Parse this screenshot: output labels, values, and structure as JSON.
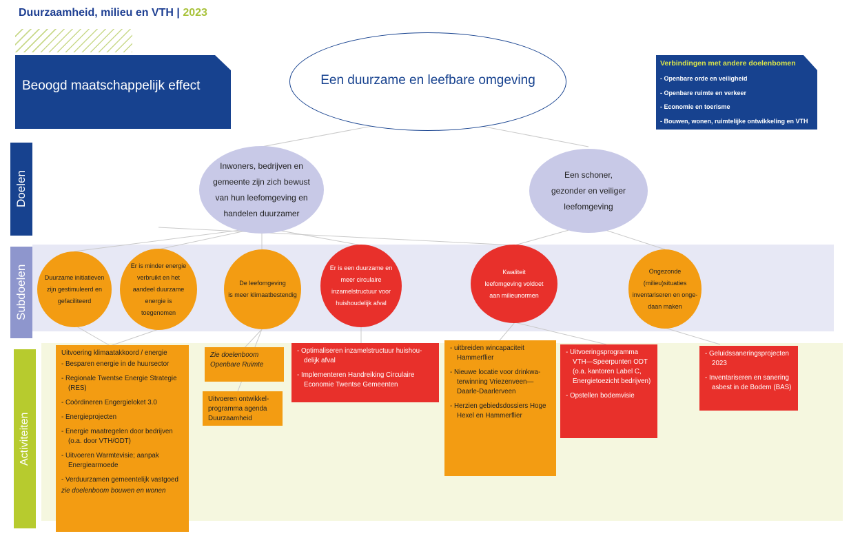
{
  "header": {
    "title": "Duurzaamheid, milieu en VTH",
    "separator": "|",
    "year": "2023"
  },
  "effect_label": "Beoogd maatschappelijk effect",
  "main_effect": "Een duurzame en leefbare omgeving",
  "links": {
    "heading": "Verbindingen met andere doelenbomen",
    "items": [
      "- Openbare orde en veiligheid",
      "- Openbare ruimte en verkeer",
      "- Economie en toerisme",
      "- Bouwen, wonen, ruimtelijke ontwikkeling en VTH"
    ]
  },
  "sidebar": {
    "doelen": "Doelen",
    "subdoelen": "Subdoelen",
    "activiteiten": "Activiteiten"
  },
  "goals": [
    {
      "lines": [
        "Inwoners, bedrijven en",
        "gemeente zijn zich bewust",
        "van hun leefomgeving en",
        "handelen duurzamer"
      ]
    },
    {
      "lines": [
        "Een schoner,",
        "gezonder en veiliger",
        "leefomgeving"
      ]
    }
  ],
  "subgoals": [
    {
      "lines": [
        "Duurzame initiatieven",
        "zijn gestimuleerd en",
        "gefaciliteerd"
      ]
    },
    {
      "lines": [
        "Er is minder energie",
        "verbruikt en het",
        "aandeel duurzame",
        "energie is",
        "toegenomen"
      ]
    },
    {
      "lines": [
        "De leefomgeving",
        "is meer klimaatbestendig"
      ]
    },
    {
      "lines": [
        "Er is een duurzame en",
        "meer circulaire",
        "inzamelstructuur voor",
        "huishoudelijk afval"
      ]
    },
    {
      "lines": [
        "Kwaliteit",
        "leefomgeving voldoet",
        "aan milieunormen"
      ]
    },
    {
      "lines": [
        "Ongezonde",
        "(milieu)situaties",
        "inventariseren en onge-",
        "daan maken"
      ]
    }
  ],
  "activities": {
    "energy": {
      "items": [
        "Uitvoering klimaatakkoord / energie",
        "- Besparen energie in de huursector",
        "- Regionale Twentse Energie Strategie (RES)",
        "- Coördineren Engergieloket 3.0",
        "- Energieprojecten",
        "- Energie maatregelen door bedrijven (o.a. door VTH/ODT)",
        "- Uitvoeren Warmtevisie; aanpak Energiearmoede",
        "- Verduurzamen gemeentelijk vastgoed"
      ],
      "italic_note": "zie doelenboom bouwen en wonen"
    },
    "openbare": {
      "line1": "Zie doelenboom",
      "line2": "Openbare Ruimte"
    },
    "agenda": {
      "lines": [
        "Uitvoeren ontwikkel-",
        "programma agenda",
        "Duurzaamheid"
      ]
    },
    "afval": {
      "items": [
        "- Optimaliseren inzamelstructuur huishou- delijk afval",
        "- Implementeren Handreiking Circulaire Economie Twentse Gemeenten"
      ]
    },
    "wind": {
      "items": [
        "- uitbreiden wincapaciteit Hammerflier",
        "- Nieuwe locatie voor drinkwa- terwinning Vriezenveen—Daarle-Daarlerveen",
        "- Herzien gebiedsdossiers Hoge Hexel en Hammerflier"
      ]
    },
    "vth": {
      "items": [
        "- Uitvoeringsprogramma VTH—Speerpunten ODT (o.a. kantoren Label C, Energietoezicht bedrijven)",
        "- Opstellen bodemvisie"
      ]
    },
    "geluid": {
      "items": [
        "- Geluidssaneringsprojecten 2023",
        "- Inventariseren en sanering asbest in de Bodem (BAS)"
      ]
    }
  },
  "colors": {
    "blue": "#17428f",
    "lavender": "#c8c9e7",
    "orange": "#f39c12",
    "red": "#e8302b",
    "lime": "#b7cb2e"
  }
}
